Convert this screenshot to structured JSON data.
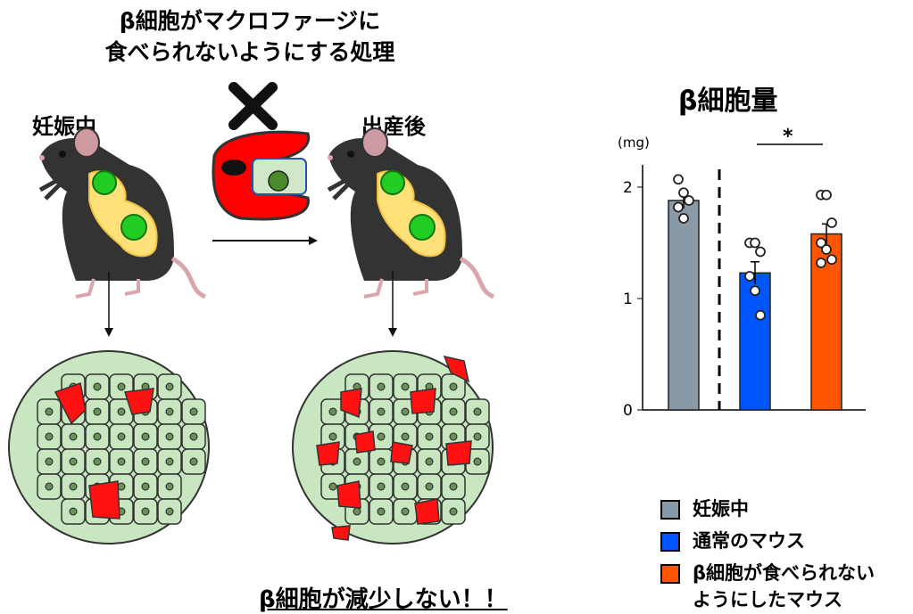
{
  "diagram": {
    "title_line1": "β細胞がマクロファージに",
    "title_line2": "食べられないようにする処理",
    "label_pregnant": "妊娠中",
    "label_postpartum": "出産後",
    "bottom_note": "β細胞が減少しない！！",
    "colors": {
      "macrophage": "#ff0000",
      "beta_cell": "#c8e6c0",
      "islet_yellow": "#ffe17a",
      "mouse": "#333333"
    }
  },
  "chart_data": {
    "type": "bar",
    "title": "β細胞量",
    "ylabel": "(mg)",
    "ylim": [
      0,
      2.2
    ],
    "yticks": [
      "0",
      "1",
      "2"
    ],
    "significance": "*",
    "series": [
      {
        "name": "妊娠中",
        "value": 1.88,
        "error": 0.07,
        "color": "#8a99a6",
        "points": [
          2.07,
          1.95,
          1.88,
          1.82,
          1.72
        ]
      },
      {
        "name": "通常のマウス",
        "value": 1.23,
        "error": 0.1,
        "color": "#0055ff",
        "points": [
          1.5,
          1.5,
          1.42,
          1.2,
          1.07,
          0.85
        ]
      },
      {
        "name": "β細胞が食べられないようにしたマウス",
        "value": 1.58,
        "error": 0.09,
        "color": "#ff5500",
        "points": [
          1.93,
          1.93,
          1.68,
          1.5,
          1.44,
          1.35,
          1.32
        ]
      }
    ]
  },
  "legend": [
    {
      "label": "妊娠中",
      "color": "#8a99a6"
    },
    {
      "label": "通常のマウス",
      "color": "#0055ff"
    },
    {
      "label": "β細胞が食べられない",
      "label2": "ようにしたマウス",
      "color": "#ff5500"
    }
  ]
}
